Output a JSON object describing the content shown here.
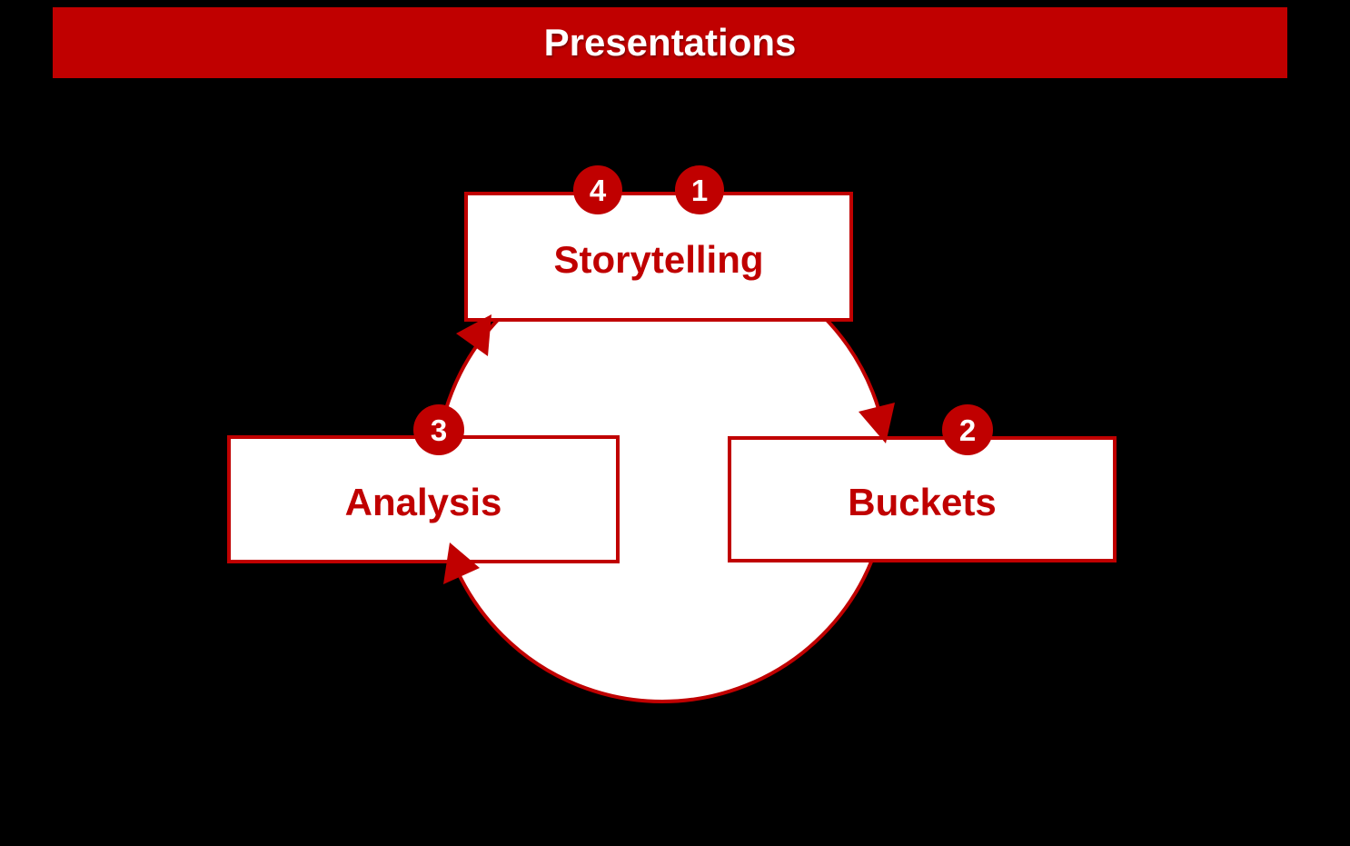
{
  "header": {
    "title": "Presentations",
    "bg_color": "#C00000",
    "text_color": "#FFFFFF"
  },
  "diagram": {
    "type": "cycle",
    "direction": "clockwise",
    "background_color": "#000000",
    "accent_color": "#C00000",
    "node_fill_color": "#FFFFFF",
    "node_text_color": "#C00000",
    "nodes": {
      "storytelling": {
        "label": "Storytelling"
      },
      "buckets": {
        "label": "Buckets"
      },
      "analysis": {
        "label": "Analysis"
      }
    },
    "step_badges": {
      "one": "1",
      "two": "2",
      "three": "3",
      "four": "4"
    }
  }
}
